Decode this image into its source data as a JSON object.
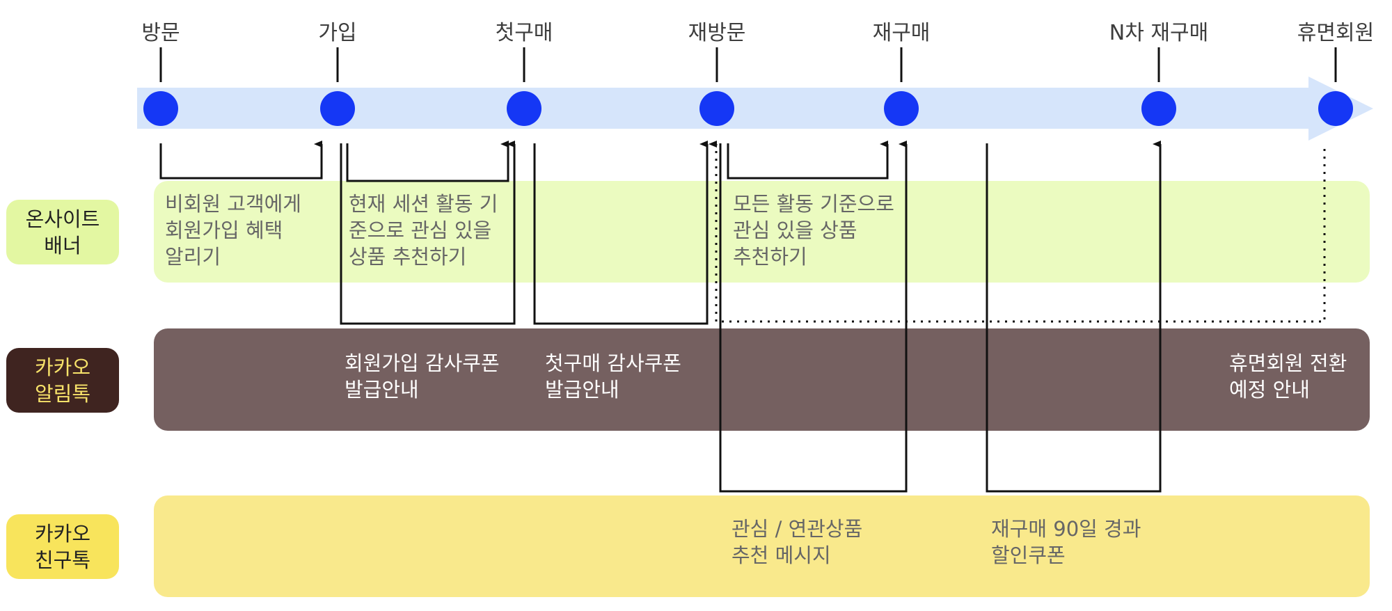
{
  "stages": [
    "방문",
    "가입",
    "첫구매",
    "재방문",
    "재구매",
    "N차 재구매",
    "휴면회원"
  ],
  "lanes": {
    "onsite": {
      "label": "온사이트\n배너",
      "label_bg": "#e3f7a2",
      "label_color": "#222222",
      "band_color": "#ebfbc0"
    },
    "alimtalk": {
      "label": "카카오\n알림톡",
      "label_bg": "#3f2420",
      "label_color": "#f8e36a",
      "band_color": "#756060"
    },
    "friendtalk": {
      "label": "카카오\n친구톡",
      "label_bg": "#f8e45c",
      "label_color": "#222222",
      "band_color": "#f9e98c"
    }
  },
  "messages": {
    "onsite_1": "비회원 고객에게\n회원가입 혜택\n알리기",
    "onsite_2": "현재 세션 활동 기\n준으로 관심 있을\n상품 추천하기",
    "onsite_3": "모든 활동 기준으로\n관심 있을 상품\n추천하기",
    "alim_1": "회원가입 감사쿠폰\n발급안내",
    "alim_2": "첫구매 감사쿠폰\n발급안내",
    "alim_3": "휴면회원 전환\n예정 안내",
    "friend_1": "관심 / 연관상품\n추천 메시지",
    "friend_2": "재구매 90일 경과\n할인쿠폰"
  },
  "colors": {
    "timeline_arrow": "#d6e5fb",
    "stage_dot": "#1537f5",
    "connector": "#111111"
  }
}
